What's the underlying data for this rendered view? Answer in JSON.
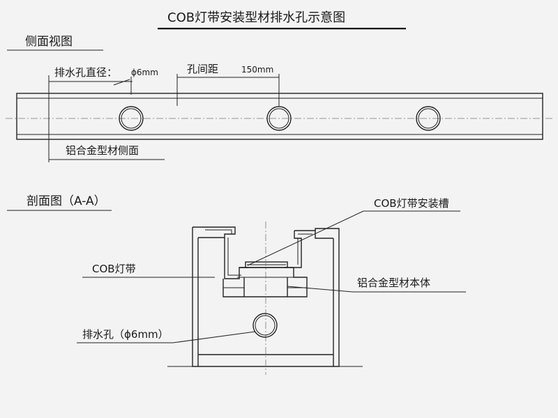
{
  "title": "COB灯带安装型材排水孔示意图",
  "side_view": {
    "heading": "侧面视图",
    "hole_diameter_label": "排水孔直径：",
    "hole_diameter_value": "ϕ6mm",
    "spacing_label": "孔间距",
    "spacing_value": "150mm",
    "profile_side_label": "铝合金型材侧面"
  },
  "section_view": {
    "heading": "剖面图（A-A）",
    "groove_label": "COB灯带安装槽",
    "strip_label": "COB灯带",
    "body_label": "铝合金型材本体",
    "drain_label": "排水孔（ϕ6mm）"
  },
  "colors": {
    "background": "#f3f3f3",
    "line": "#222222"
  }
}
